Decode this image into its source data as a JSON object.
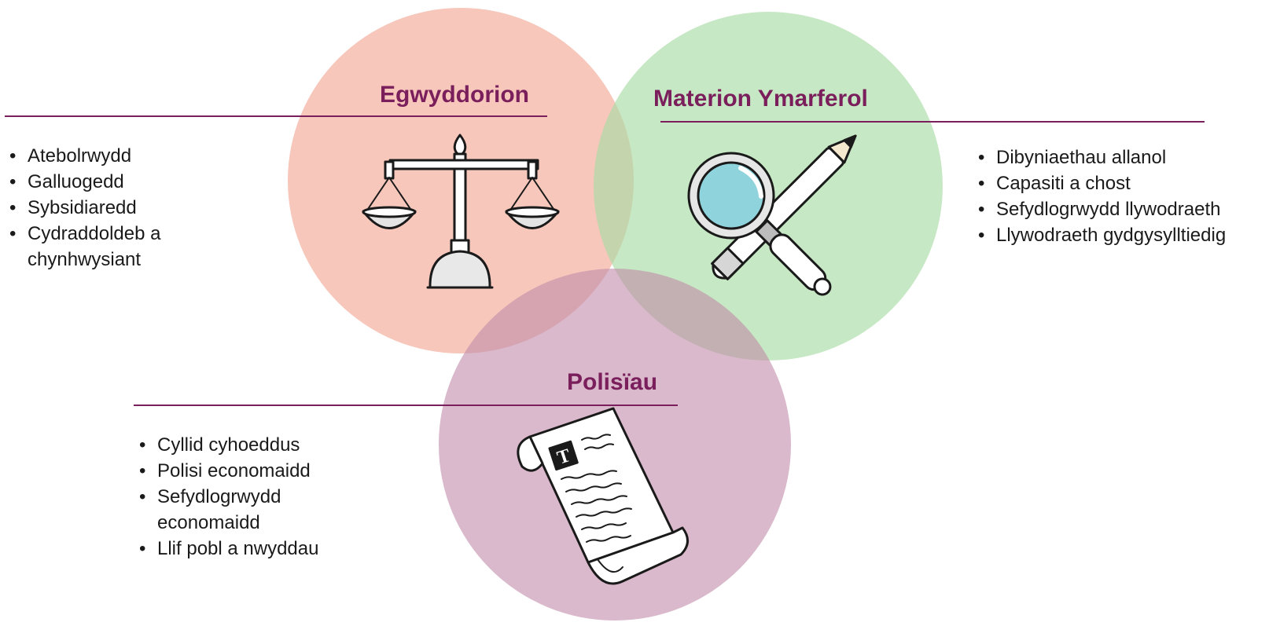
{
  "colors": {
    "principles": "#f2a996",
    "practical": "#a9dba4",
    "policies": "#c08aa8",
    "heading": "#7a1f5c"
  },
  "principles": {
    "title": "Egwyddorion",
    "icon": "balance-scale-icon",
    "items": [
      "Atebolrwydd",
      "Galluogedd",
      "Sybsidiaredd",
      "Cydraddoldeb a chynhwysiant"
    ]
  },
  "practical": {
    "title": "Materion Ymarferol",
    "icon": "magnifier-and-pencil-icon",
    "items": [
      "Dibyniaethau allanol",
      "Capasiti a chost",
      "Sefydlogrwydd llywodraeth",
      "Llywodraeth gydgysylltiedig"
    ]
  },
  "policies": {
    "title": "Polisïau",
    "icon": "document-scroll-icon",
    "items": [
      "Cyllid cyhoeddus",
      "Polisi economaidd",
      "Sefydlogrwydd economaidd",
      "Llif pobl a nwyddau"
    ]
  }
}
